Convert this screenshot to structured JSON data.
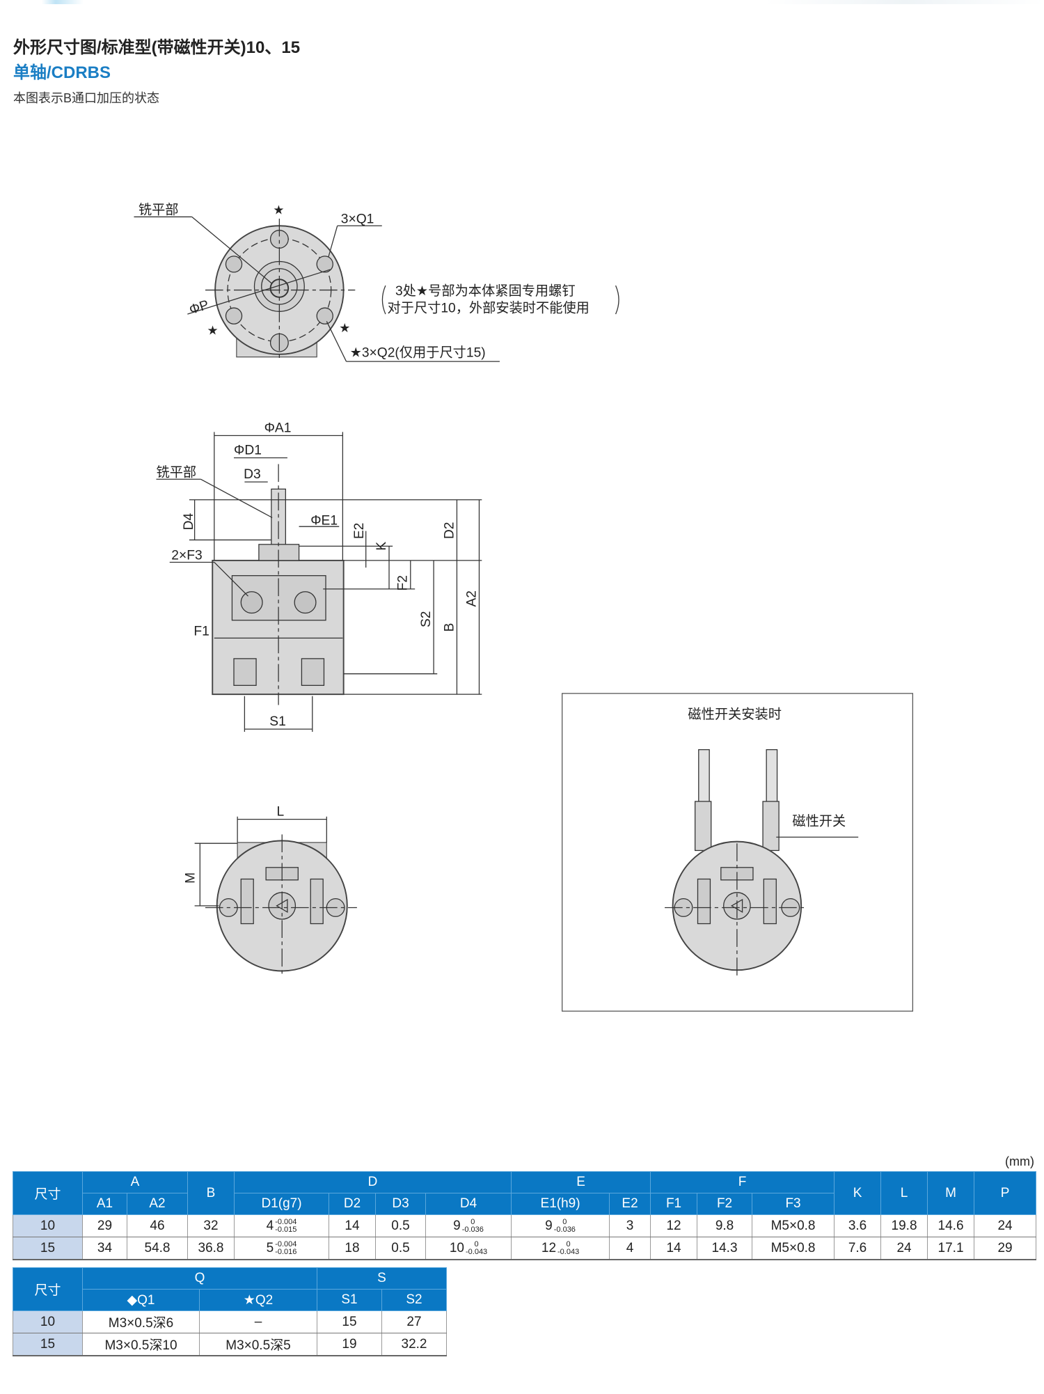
{
  "header": {
    "title": "外形尺寸图/标准型(带磁性开关)10、15",
    "subtitle": "单轴/CDRBS",
    "note": "本图表示B通口加压的状态"
  },
  "drawing": {
    "top_view": {
      "flat_label": "铣平部",
      "q1_label": "3×Q1",
      "p_label": "ΦP",
      "q2_label": "★3×Q2(仅用于尺寸15)",
      "star": "★",
      "remark_line1": "3处★号部为本体紧固专用螺钉",
      "remark_line2": "对于尺寸10，外部安装时不能使用"
    },
    "front_view": {
      "a1": "ΦA1",
      "d1": "ΦD1",
      "d3": "D3",
      "flat_label": "铣平部",
      "d4": "D4",
      "e1": "ΦE1",
      "e2": "E2",
      "k": "K",
      "d2": "D2",
      "a2": "A2",
      "f3": "2×F3",
      "f2": "F2",
      "s2": "S2",
      "b": "B",
      "f1": "F1",
      "s1": "S1"
    },
    "bottom_view": {
      "l": "L",
      "m": "M"
    },
    "switch_view": {
      "title": "磁性开关安装时",
      "switch_label": "磁性开关"
    }
  },
  "table1": {
    "unit": "(mm)",
    "size_header": "尺寸",
    "groups": [
      "A",
      "B",
      "D",
      "E",
      "F",
      "K",
      "L",
      "M",
      "P"
    ],
    "subheaders": [
      "A1",
      "A2",
      "D1(g7)",
      "D2",
      "D3",
      "D4",
      "E1(h9)",
      "E2",
      "F1",
      "F2",
      "F3"
    ],
    "rows": [
      {
        "size": "10",
        "A1": "29",
        "A2": "46",
        "B": "32",
        "D1": {
          "base": "4",
          "upper": "-0.004",
          "lower": "-0.015"
        },
        "D2": "14",
        "D3": "0.5",
        "D4": {
          "base": "9",
          "upper": "0",
          "lower": "-0.036"
        },
        "E1": {
          "base": "9",
          "upper": "0",
          "lower": "-0.036"
        },
        "E2": "3",
        "F1": "12",
        "F2": "9.8",
        "F3": "M5×0.8",
        "K": "3.6",
        "L": "19.8",
        "M": "14.6",
        "P": "24"
      },
      {
        "size": "15",
        "A1": "34",
        "A2": "54.8",
        "B": "36.8",
        "D1": {
          "base": "5",
          "upper": "-0.004",
          "lower": "-0.016"
        },
        "D2": "18",
        "D3": "0.5",
        "D4": {
          "base": "10",
          "upper": "0",
          "lower": "-0.043"
        },
        "E1": {
          "base": "12",
          "upper": "0",
          "lower": "-0.043"
        },
        "E2": "4",
        "F1": "14",
        "F2": "14.3",
        "F3": "M5×0.8",
        "K": "7.6",
        "L": "24",
        "M": "17.1",
        "P": "29"
      }
    ]
  },
  "table2": {
    "size_header": "尺寸",
    "groups": [
      "Q",
      "S"
    ],
    "subheaders": [
      "◆Q1",
      "★Q2",
      "S1",
      "S2"
    ],
    "rows": [
      {
        "size": "10",
        "Q1": "M3×0.5深6",
        "Q2": "–",
        "S1": "15",
        "S2": "27"
      },
      {
        "size": "15",
        "Q1": "M3×0.5深10",
        "Q2": "M3×0.5深5",
        "S1": "19",
        "S2": "32.2"
      }
    ]
  }
}
